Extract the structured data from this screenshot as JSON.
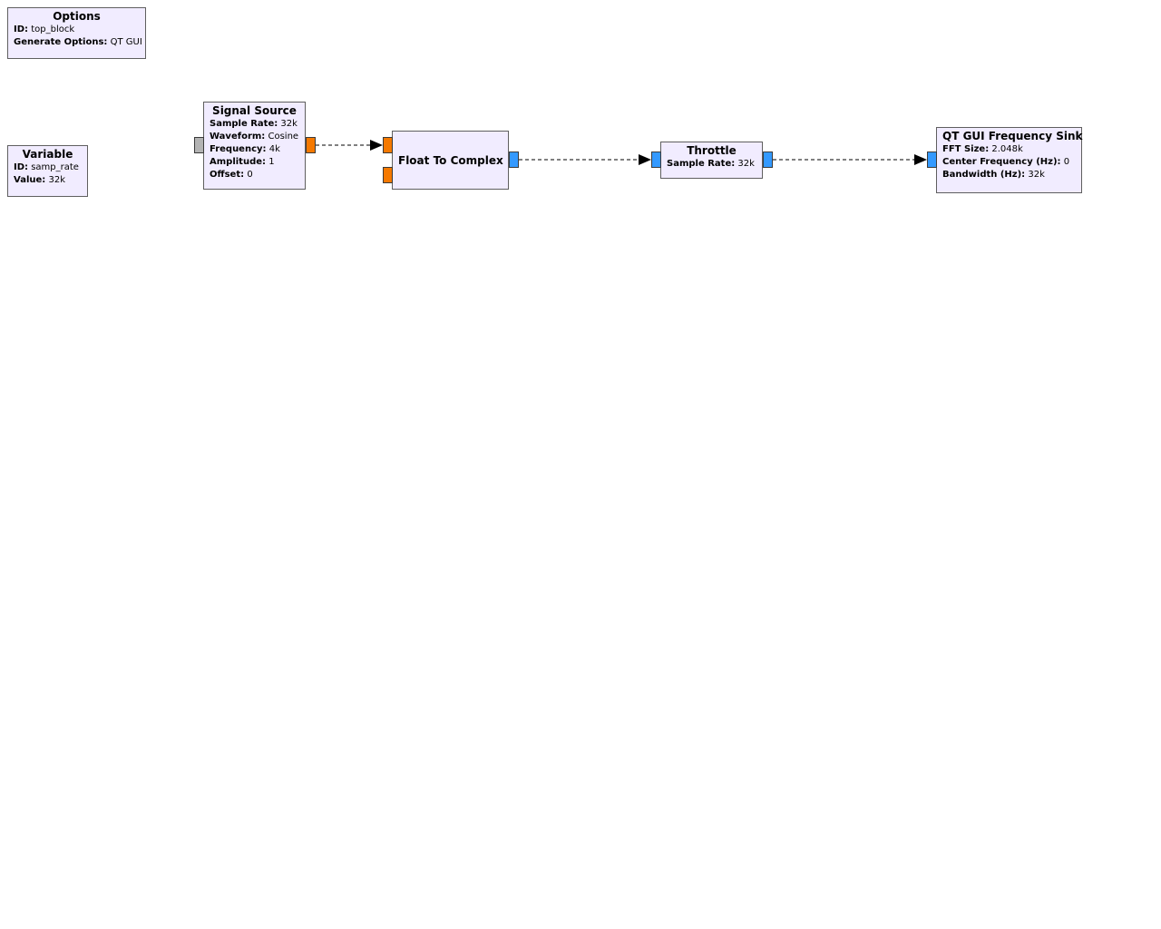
{
  "colors": {
    "block_fill": "#f1ecff",
    "block_border": "#5f5f5f",
    "port_float": "#f57900",
    "port_complex": "#3399ff",
    "port_message": "#b3b3b3",
    "wire": "#000000"
  },
  "blocks": {
    "options": {
      "title": "Options",
      "params": [
        {
          "key": "ID:",
          "value": "top_block"
        },
        {
          "key": "Generate Options:",
          "value": "QT GUI"
        }
      ]
    },
    "variable": {
      "title": "Variable",
      "params": [
        {
          "key": "ID:",
          "value": "samp_rate"
        },
        {
          "key": "Value:",
          "value": "32k"
        }
      ]
    },
    "signal_source": {
      "title": "Signal Source",
      "params": [
        {
          "key": "Sample Rate:",
          "value": "32k"
        },
        {
          "key": "Waveform:",
          "value": "Cosine"
        },
        {
          "key": "Frequency:",
          "value": "4k"
        },
        {
          "key": "Amplitude:",
          "value": "1"
        },
        {
          "key": "Offset:",
          "value": "0"
        }
      ]
    },
    "float_to_complex": {
      "title": "Float To Complex",
      "params": []
    },
    "throttle": {
      "title": "Throttle",
      "params": [
        {
          "key": "Sample Rate:",
          "value": "32k"
        }
      ]
    },
    "freq_sink": {
      "title": "QT GUI Frequency Sink",
      "params": [
        {
          "key": "FFT Size:",
          "value": "2.048k"
        },
        {
          "key": "Center Frequency (Hz):",
          "value": "0"
        },
        {
          "key": "Bandwidth (Hz):",
          "value": "32k"
        }
      ]
    }
  },
  "connections": [
    {
      "from": "signal_source.out",
      "to": "float_to_complex.re"
    },
    {
      "from": "float_to_complex.out",
      "to": "throttle.in"
    },
    {
      "from": "throttle.out",
      "to": "freq_sink.in"
    }
  ]
}
